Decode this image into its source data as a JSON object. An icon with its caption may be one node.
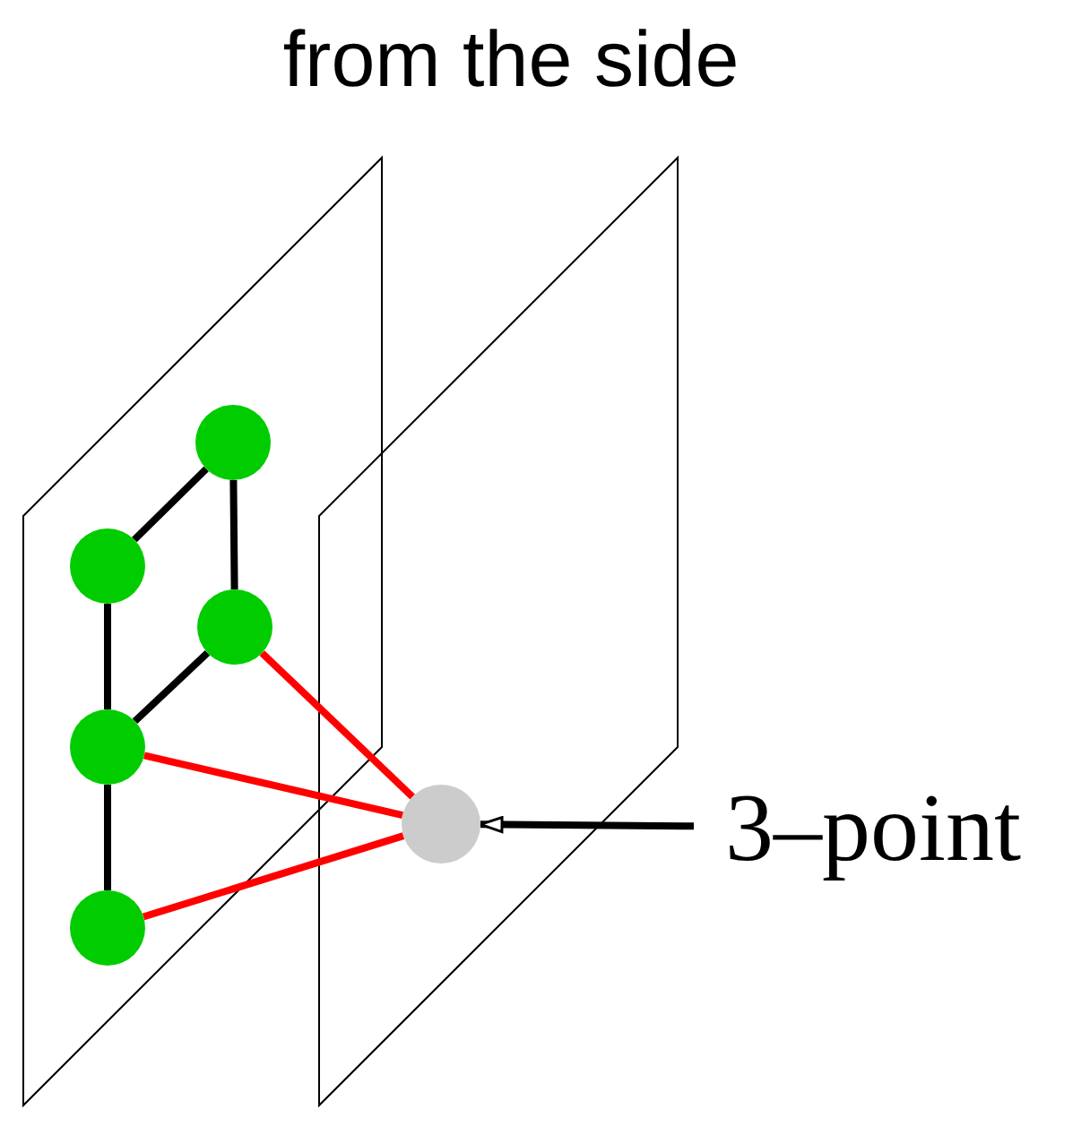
{
  "diagram": {
    "title": "from the side",
    "nodes": [
      {
        "text": [],
        "shape": "circle"
      },
      {
        "text": [],
        "shape": "circle"
      },
      {
        "text": [],
        "shape": "circle"
      },
      {
        "text": [],
        "shape": "circle"
      },
      {
        "text": [],
        "shape": "circle"
      },
      {
        "text": [],
        "shape": "circle"
      },
      {
        "text": [
          "3–point"
        ]
      }
    ],
    "edges": [
      {
        "from": 0,
        "to": 1,
        "arrow": "none"
      },
      {
        "from": 0,
        "to": 2,
        "arrow": "none"
      },
      {
        "from": 1,
        "to": 3,
        "arrow": "none"
      },
      {
        "from": 2,
        "to": 3,
        "arrow": "none"
      },
      {
        "from": 3,
        "to": 5,
        "arrow": "none"
      },
      {
        "from": 2,
        "to": 4,
        "arrow": "none",
        "color": "#ff0000"
      },
      {
        "from": 3,
        "to": 4,
        "arrow": "none",
        "color": "#ff0000"
      },
      {
        "from": 5,
        "to": 4,
        "arrow": "none",
        "color": "#ff0000"
      },
      {
        "from": 6,
        "to": 4,
        "arrow": "to"
      }
    ]
  }
}
